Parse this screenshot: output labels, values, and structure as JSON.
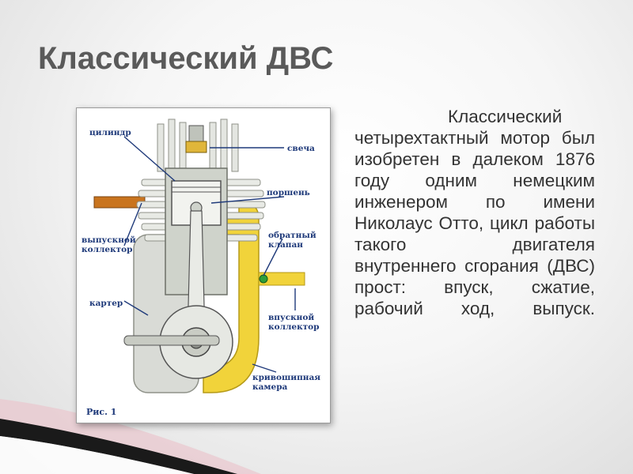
{
  "slide": {
    "title": "Классический ДВС"
  },
  "figure": {
    "labels": {
      "cylinder": "цилиндр",
      "spark_plug": "свеча",
      "piston": "поршень",
      "exhaust_1": "выпускной",
      "exhaust_2": "коллектор",
      "check_valve_1": "обратный",
      "check_valve_2": "клапан",
      "crankcase": "картер",
      "intake_1": "впускной",
      "intake_2": "коллектор",
      "crank_chamber_1": "кривошипная",
      "crank_chamber_2": "камера"
    },
    "caption": "Рис. 1"
  },
  "text": {
    "paragraph": "Классический четырехтактный мотор был изобретен в далеком 1876 году одним немецким инженером по имени Николаус Отто, цикл работы такого двигателя внутреннего сгорания (ДВС) прост: впуск, сжатие, рабочий ход, выпуск."
  }
}
